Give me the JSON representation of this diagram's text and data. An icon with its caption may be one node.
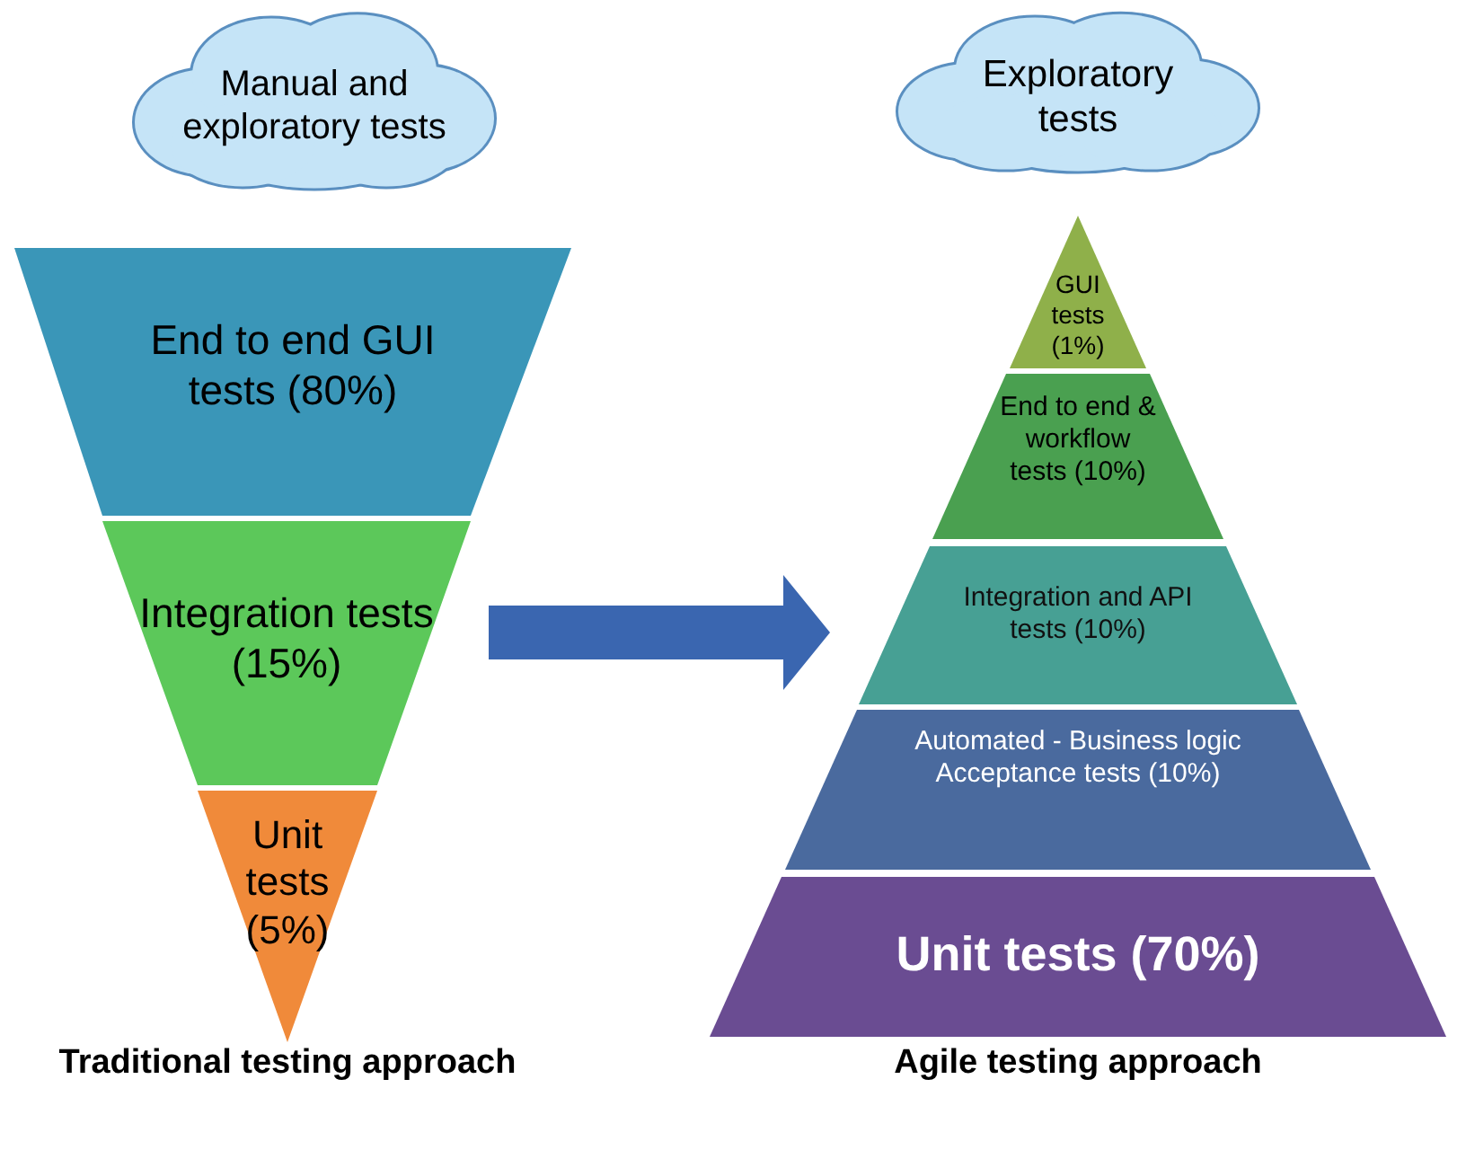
{
  "diagram": {
    "nodes": [
      {
        "text": [
          "Manual and exploratory tests"
        ]
      },
      {
        "text": [
          "End to end GUI tests (80%)"
        ]
      },
      {
        "text": [
          "Integration tests (15%)"
        ]
      },
      {
        "text": [
          "Unit tests (5%)"
        ]
      },
      {
        "text": [
          "Exploratory tests"
        ]
      },
      {
        "text": [
          "GUI tests (1%)"
        ]
      },
      {
        "text": [
          "End to end & workflow tests (10%)"
        ]
      },
      {
        "text": [
          "Integration and API tests (10%)"
        ]
      },
      {
        "text": [
          "Automated - Business logic Acceptance tests (10%)"
        ]
      },
      {
        "text": [
          "Unit tests (70%)"
        ]
      }
    ],
    "edges": [
      {
        "from": 2,
        "to": 7,
        "arrow": "to"
      }
    ],
    "labels": [
      "Traditional testing approach",
      "Agile testing approach"
    ]
  }
}
